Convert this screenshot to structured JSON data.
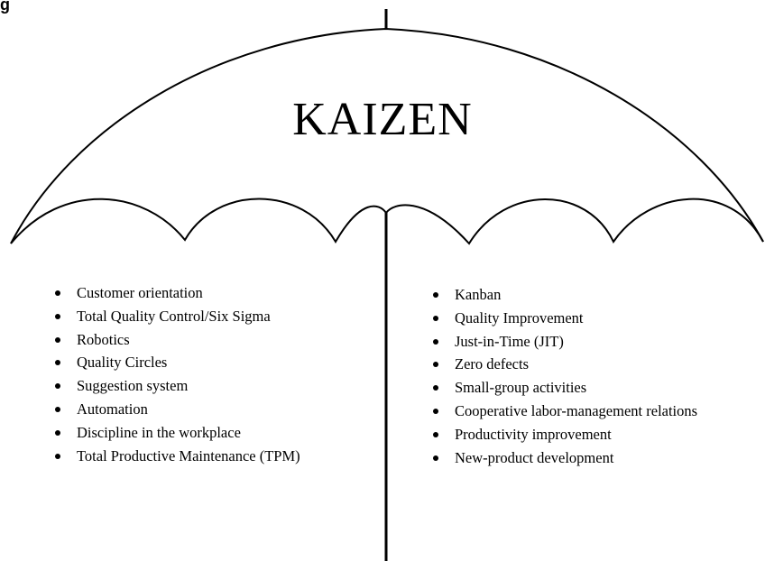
{
  "corner_label": "g",
  "diagram": {
    "title": "KAIZEN",
    "left_items": [
      "Customer orientation",
      "Total Quality Control/Six Sigma",
      "Robotics",
      "Quality Circles",
      "Suggestion system",
      "Automation",
      "Discipline in the workplace",
      "Total Productive Maintenance (TPM)"
    ],
    "right_items": [
      "Kanban",
      "Quality Improvement",
      "Just-in-Time (JIT)",
      "Zero defects",
      "Small-group activities",
      "Cooperative labor-management relations",
      "Productivity improvement",
      "New-product development"
    ]
  }
}
